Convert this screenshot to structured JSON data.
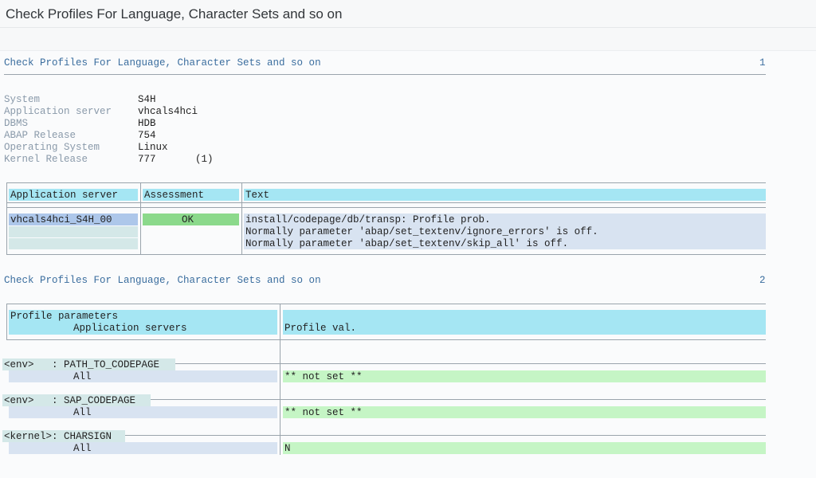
{
  "window": {
    "title": "Check Profiles For Language, Character Sets and so on"
  },
  "section1": {
    "heading": "Check Profiles For Language, Character Sets and so on",
    "page": "1"
  },
  "system_info": {
    "rows": [
      {
        "label": "System",
        "value": "S4H"
      },
      {
        "label": "Application server",
        "value": "vhcals4hci"
      },
      {
        "label": "DBMS",
        "value": "HDB"
      },
      {
        "label": "ABAP Release",
        "value": "754"
      },
      {
        "label": "Operating System",
        "value": "Linux"
      },
      {
        "label": "Kernel Release",
        "value": "777",
        "note": "(1)"
      }
    ]
  },
  "table1": {
    "headers": [
      "Application server",
      "Assessment",
      "Text"
    ],
    "row": {
      "server": "vhcals4hci_S4H_00",
      "assessment": "OK",
      "texts": [
        "install/codepage/db/transp: Profile prob.",
        "Normally parameter 'abap/set_textenv/ignore_errors' is off.",
        "Normally parameter 'abap/set_textenv/skip_all' is off."
      ]
    }
  },
  "section2": {
    "heading": "Check Profiles For Language, Character Sets and so on",
    "page": "2"
  },
  "table2": {
    "header_col1_line1": "Profile parameters",
    "header_col1_line2": "Application servers",
    "header_col2": "Profile val.",
    "groups": [
      {
        "label": "<env>   : PATH_TO_CODEPAGE",
        "server": "All",
        "value": "** not set **"
      },
      {
        "label": "<env>   : SAP_CODEPAGE",
        "server": "All",
        "value": "** not set **"
      },
      {
        "label": "<kernel>: CHARSIGN",
        "server": "All",
        "value": "N"
      }
    ]
  },
  "colors": {
    "heading_blue": "#3a6d9e",
    "header_cyan": "#a5e6f3",
    "ok_green": "#8bd98b",
    "value_green": "#c5f5c5",
    "cell_blue": "#d8e3f1",
    "selected_blue": "#adc7ea"
  }
}
